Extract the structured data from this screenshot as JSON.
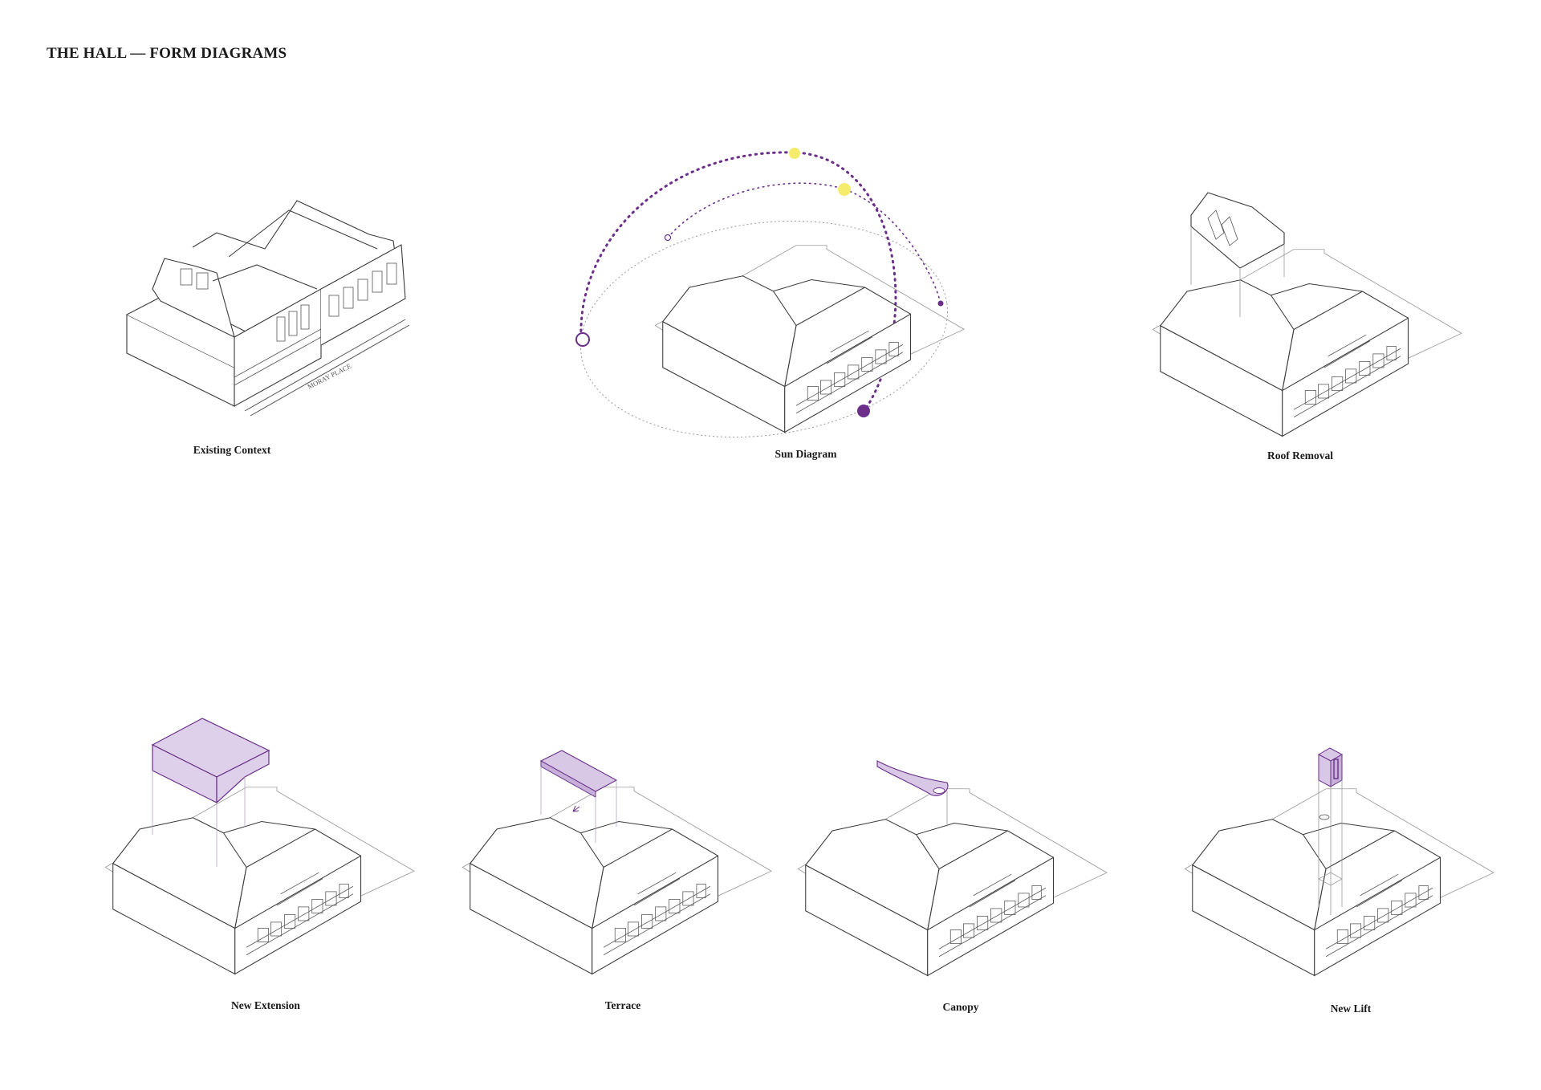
{
  "page": {
    "title": "THE HALL — FORM DIAGRAMS"
  },
  "colors": {
    "line": "#3a3a3a",
    "accent": "#6b2f8a",
    "accent_fill": "#d8c8e6",
    "sun": "#f4ec6a"
  },
  "diagrams": [
    {
      "id": "existing-context",
      "caption": "Existing Context",
      "street_label": "MORAY PLACE"
    },
    {
      "id": "sun-diagram",
      "caption": "Sun Diagram"
    },
    {
      "id": "roof-removal",
      "caption": "Roof Removal"
    },
    {
      "id": "new-extension",
      "caption": "New Extension"
    },
    {
      "id": "terrace",
      "caption": "Terrace"
    },
    {
      "id": "canopy",
      "caption": "Canopy"
    },
    {
      "id": "new-lift",
      "caption": "New Lift"
    }
  ]
}
